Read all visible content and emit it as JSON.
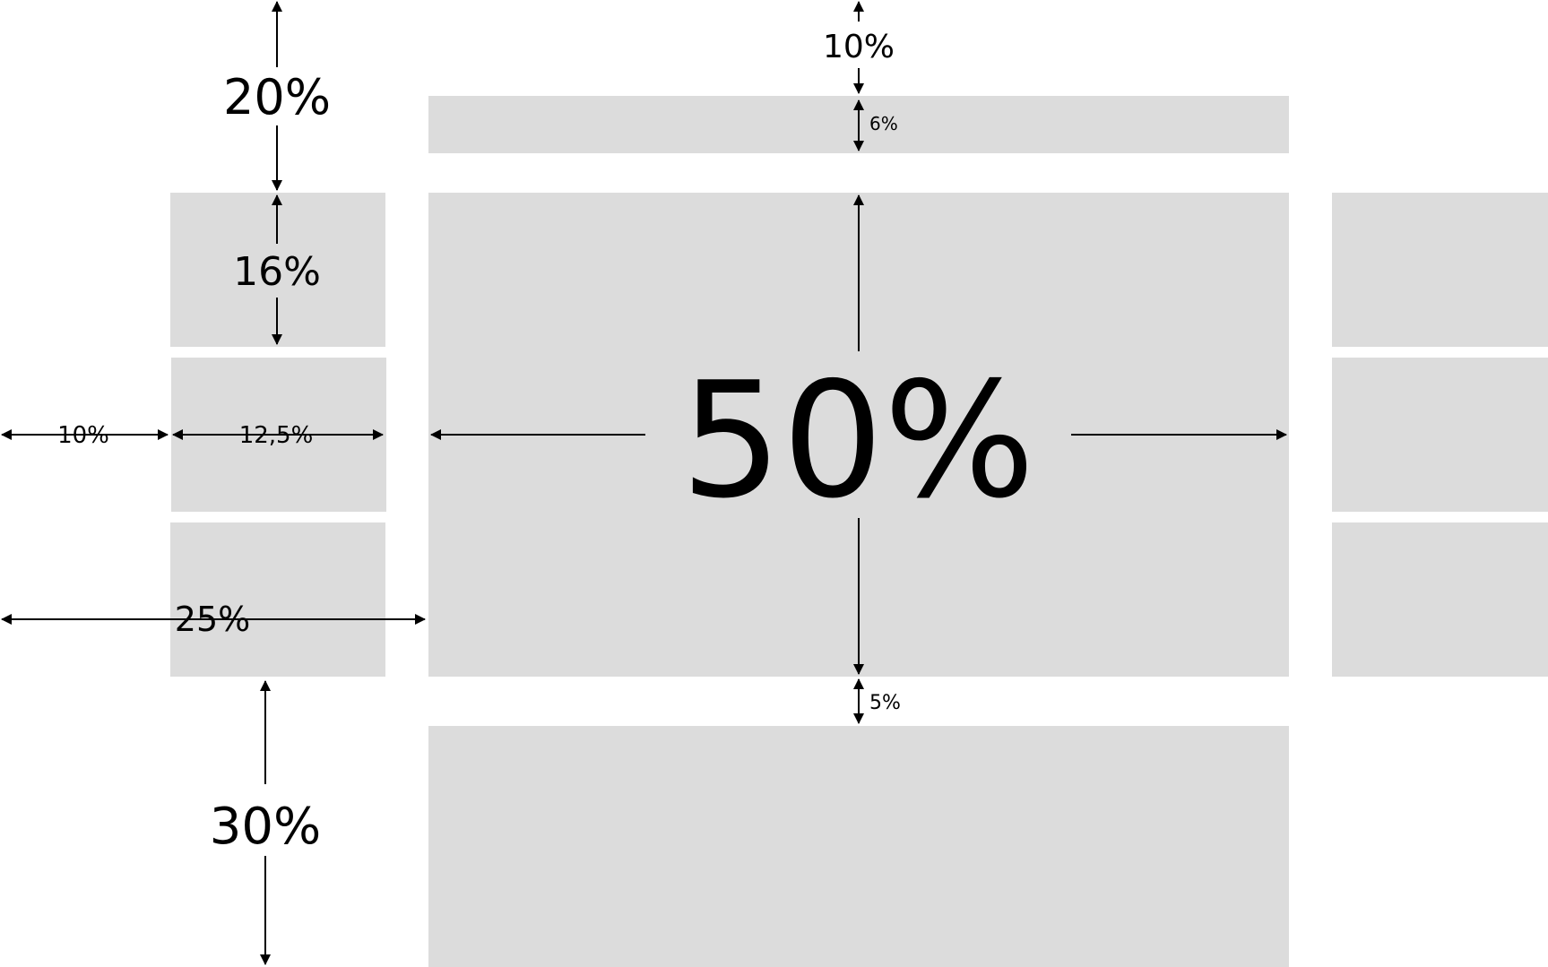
{
  "colors": {
    "panel": "#dcdcdc",
    "ink": "#000000",
    "background": "#ffffff"
  },
  "labels": {
    "top_margin_main": "10%",
    "header_height": "6%",
    "left_top_margin": "20%",
    "left_block_height": "16%",
    "left_margin": "10%",
    "left_block_width": "12,5%",
    "left_total_width": "25%",
    "main_size": "50%",
    "gap_below_main": "5%",
    "left_bottom_margin": "30%"
  }
}
